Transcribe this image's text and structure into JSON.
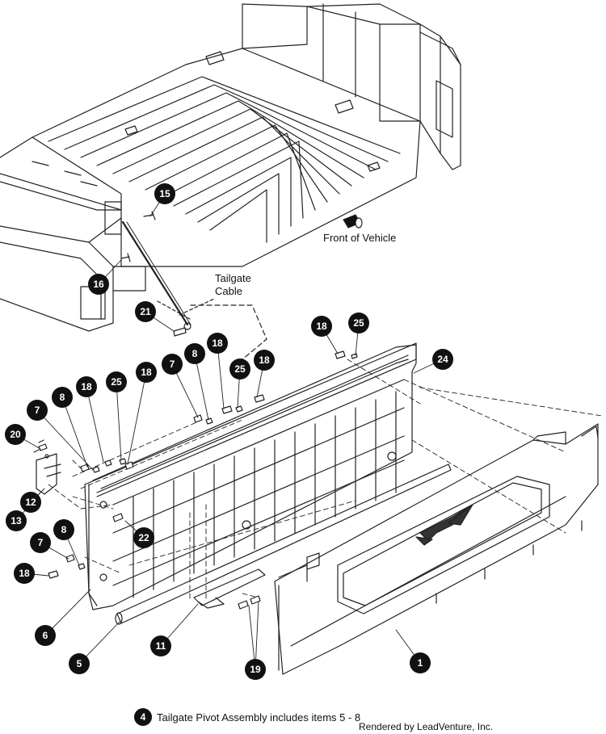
{
  "diagram": {
    "labels": {
      "front_of_vehicle": "Front of Vehicle",
      "tailgate_cable_line1": "Tailgate",
      "tailgate_cable_line2": "Cable"
    },
    "callouts": [
      "15",
      "16",
      "21",
      "18",
      "25",
      "24",
      "7",
      "8",
      "18",
      "25",
      "18",
      "18",
      "8",
      "18",
      "25",
      "18",
      "7",
      "20",
      "12",
      "13",
      "22",
      "7",
      "8",
      "18",
      "6",
      "5",
      "11",
      "19",
      "1"
    ],
    "footnote": {
      "badge": "4",
      "text": "Tailgate Pivot Assembly includes items 5 - 8"
    },
    "credit": "Rendered by LeadVenture, Inc."
  }
}
